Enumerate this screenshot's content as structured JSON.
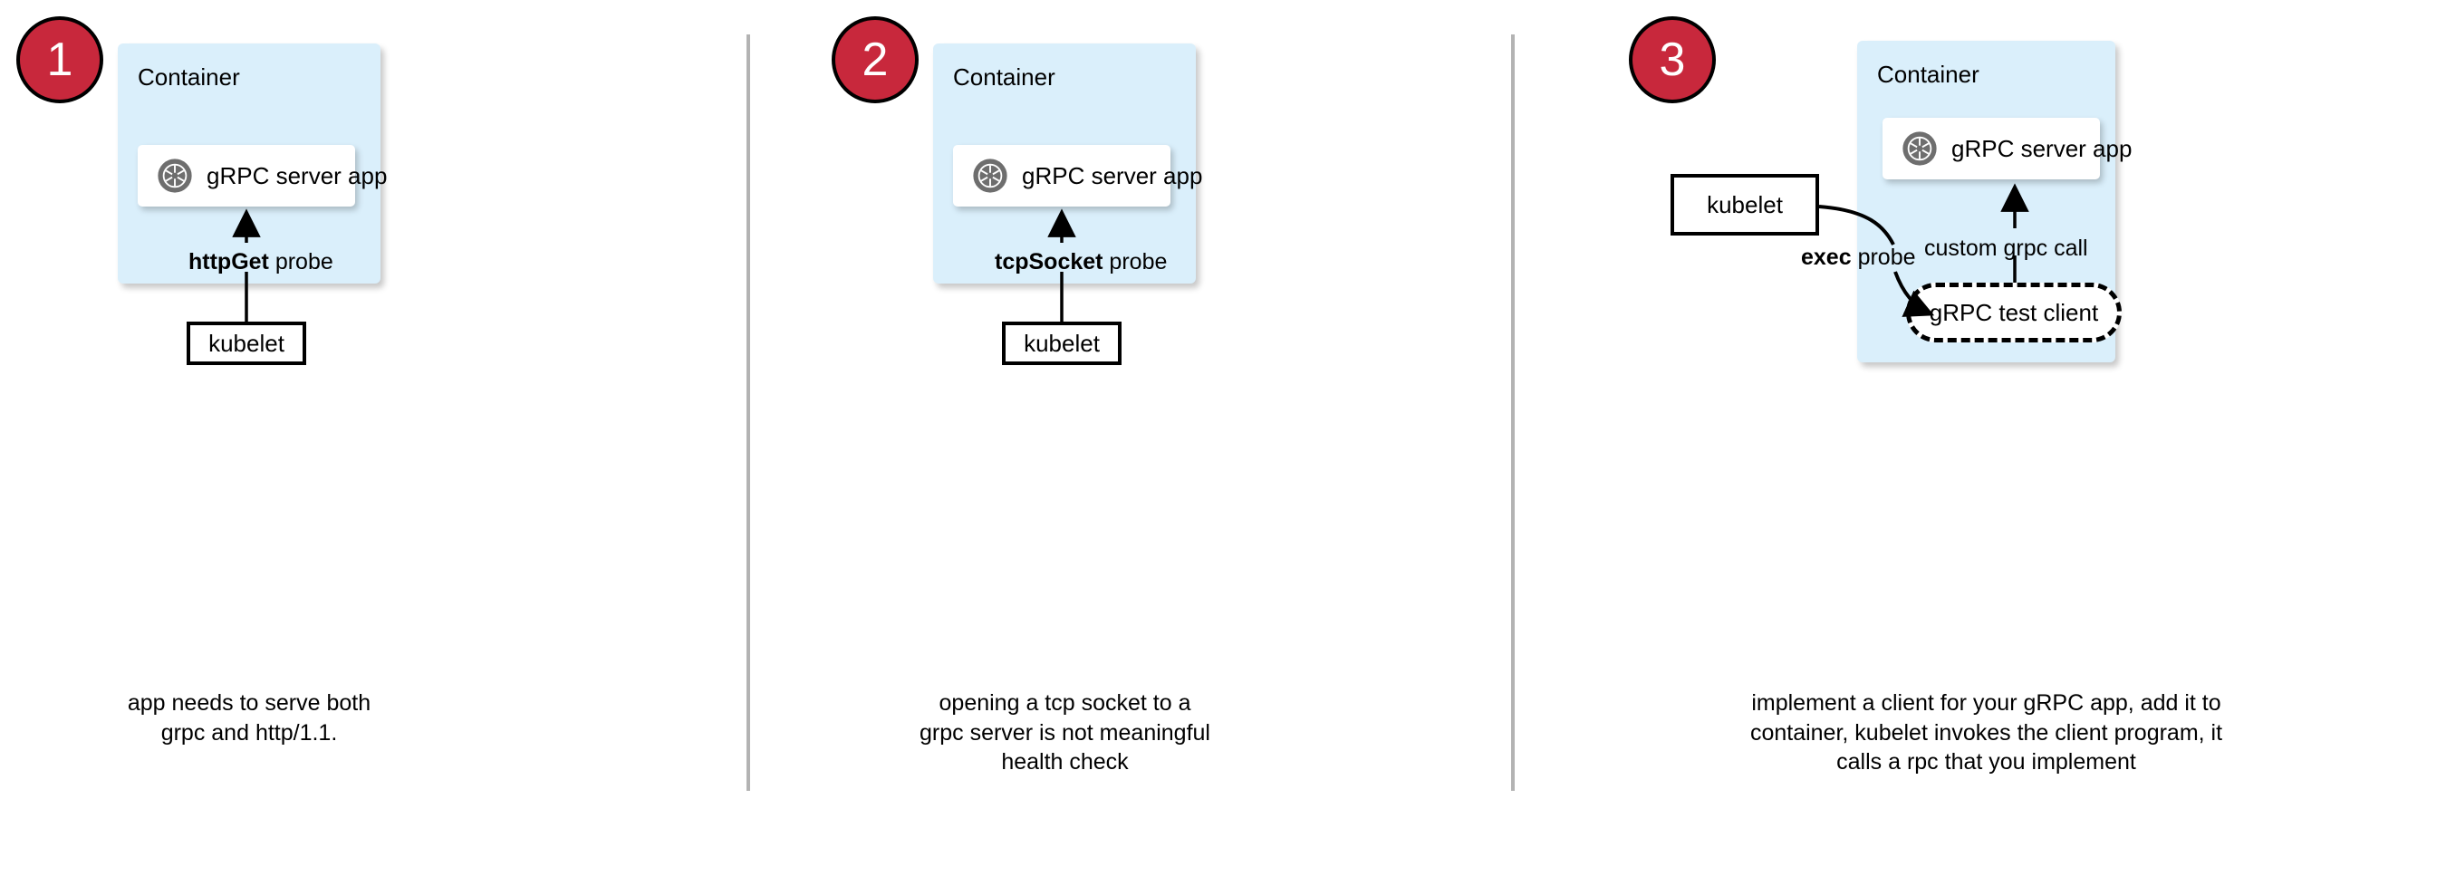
{
  "theme": {
    "badge_fill": "#c8283c",
    "badge_text": "#ffffff",
    "container_fill": "#daeffb",
    "card_fill": "#ffffff",
    "stroke": "#000000",
    "divider": "#b3b3b3",
    "icon_gray": "#6e6e6e"
  },
  "panels": [
    {
      "step": "1",
      "container_label": "Container",
      "app_label": "gRPC server app",
      "app_icon": "grpc-aperture-icon",
      "probe_bold": "httpGet",
      "probe_rest": " probe",
      "kubelet_label": "kubelet",
      "caption": "app needs to serve both grpc and http/1.1."
    },
    {
      "step": "2",
      "container_label": "Container",
      "app_label": "gRPC server app",
      "app_icon": "grpc-aperture-icon",
      "probe_bold": "tcpSocket",
      "probe_rest": " probe",
      "kubelet_label": "kubelet",
      "caption": "opening a tcp socket to a grpc server is not meaningful health check"
    },
    {
      "step": "3",
      "container_label": "Container",
      "app_label": "gRPC server app",
      "app_icon": "grpc-aperture-icon",
      "probe_bold": "exec",
      "probe_rest": " probe",
      "kubelet_label": "kubelet",
      "test_client_label": "gRPC test client",
      "call_label": "custom grpc call",
      "caption": "implement a client for your gRPC app, add it to container, kubelet invokes the client program, it calls a rpc that you implement"
    }
  ]
}
